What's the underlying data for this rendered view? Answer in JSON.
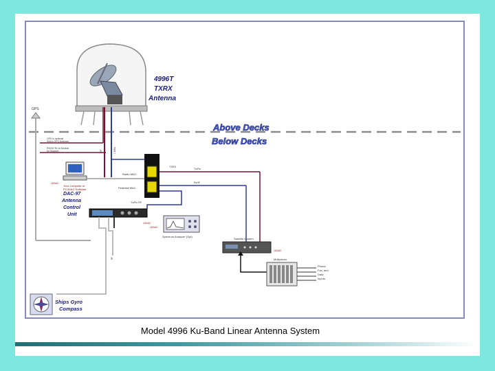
{
  "caption": "Model 4996 Ku-Band Linear Antenna System",
  "antenna": {
    "line1": "4996T",
    "line2": "TXRX",
    "line3": "Antenna"
  },
  "decks": {
    "above": "Above Decks",
    "below": "Below Decks"
  },
  "gps": "GPS",
  "acu": {
    "line1": "DAC-97",
    "line2": "Antenna",
    "line3": "Control",
    "line4": "Unit"
  },
  "gyro": {
    "line1": "Ships Gyro",
    "line2": "Compass"
  },
  "labels": {
    "gps_note1": "GPS is optional",
    "gps_note2": "Ship's GPS Antenna",
    "rs232_note1": "RS232 Rx to Modulo",
    "rs232_note2": "for Support",
    "pc1": "Your Computer or",
    "pc2": "PC/DIAG Software",
    "radio_mac": "Radio MAC",
    "pedestal_mac": "Pedestal MAC",
    "rf1": "RF",
    "rf2": "1 MHz",
    "txrx": "TXRX",
    "tx_if": "Tx/Rx",
    "rx_if": "Rx/IF",
    "tx_lower": "Tx/Rx RF",
    "ac_230": "115/230 VAC",
    "spectrum": "Spectrum Analyzer (Opt)",
    "modem": "Satellite Modem",
    "multiplexer": "Multiplexer",
    "phone1": "Phone,",
    "phone2": "Fax, and",
    "phone3": "Data",
    "phone4": "Inputs",
    "vac_a": "115VAC",
    "vac_b": "115VAC",
    "vac_c": "115VAC",
    "vac_d": "115VAC"
  }
}
